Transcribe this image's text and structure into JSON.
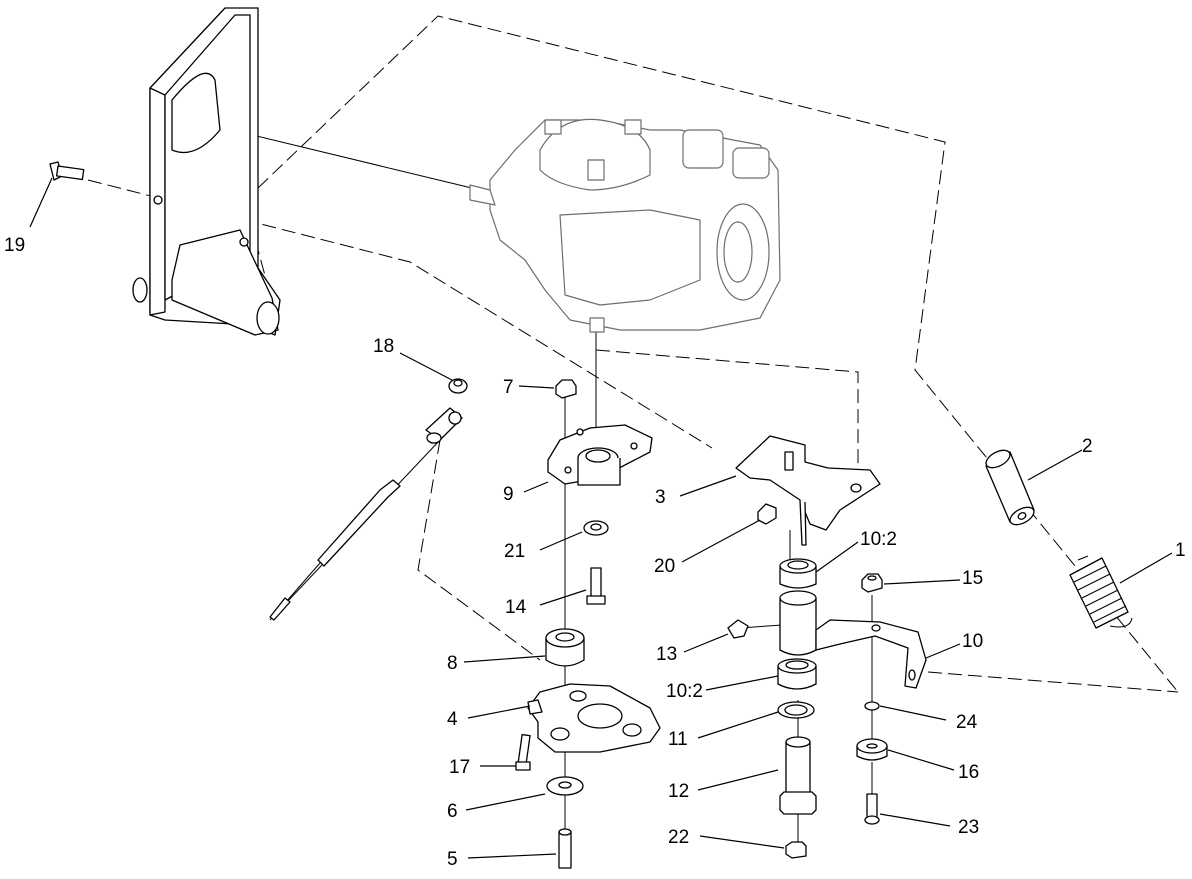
{
  "callouts": {
    "c1": "1",
    "c2": "2",
    "c3": "3",
    "c4": "4",
    "c5": "5",
    "c6": "6",
    "c7": "7",
    "c8": "8",
    "c9": "9",
    "c10": "10",
    "c10a": "10:2",
    "c10b": "10:2",
    "c11": "11",
    "c12": "12",
    "c13": "13",
    "c14": "14",
    "c15": "15",
    "c16": "16",
    "c17": "17",
    "c18": "18",
    "c19": "19",
    "c20": "20",
    "c21": "21",
    "c22": "22",
    "c23": "23",
    "c24": "24"
  }
}
